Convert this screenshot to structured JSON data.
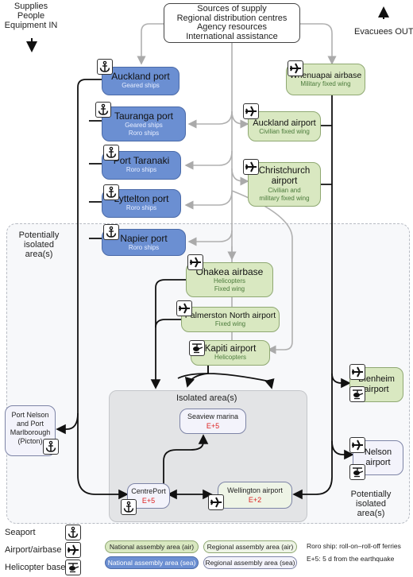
{
  "sources": [
    "Sources of supply",
    "Regional distribution centres",
    "Agency resources",
    "International assistance"
  ],
  "supplies_in": [
    "Supplies",
    "People",
    "Equipment IN"
  ],
  "evacuees_out": "Evacuees OUT",
  "potentially_isolated_left": [
    "Potentially",
    "isolated",
    "area(s)"
  ],
  "potentially_isolated_right": [
    "Potentially",
    "isolated",
    "area(s)"
  ],
  "isolated_area": "Isolated area(s)",
  "nodes": {
    "auckland_port": {
      "name": "Auckland port",
      "sub": [
        "Geared ships"
      ]
    },
    "tauranga_port": {
      "name": "Tauranga port",
      "sub": [
        "Geared ships",
        "Roro ships"
      ]
    },
    "port_taranaki": {
      "name": "Port Taranaki",
      "sub": [
        "Roro ships"
      ]
    },
    "lyttelton_port": {
      "name": "Lyttelton port",
      "sub": [
        "Roro ships"
      ]
    },
    "napier_port": {
      "name": "Napier port",
      "sub": [
        "Roro ships"
      ]
    },
    "whenuapai": {
      "name": "Whenuapai airbase",
      "sub": [
        "Military fixed wing"
      ]
    },
    "auckland_airport": {
      "name": "Auckland airport",
      "sub": [
        "Civilian fixed wing"
      ]
    },
    "christchurch_airport": {
      "name": "Christchurch airport",
      "sub": [
        "Civilian and",
        "military fixed wing"
      ]
    },
    "ohakea": {
      "name": "Ohakea airbase",
      "sub": [
        "Helicopters",
        "Fixed wing"
      ]
    },
    "palmerston_north": {
      "name": "Palmerston North airport",
      "sub": [
        "Fixed wing"
      ]
    },
    "kapiti": {
      "name": "Kapiti airport",
      "sub": [
        "Helicopters"
      ]
    },
    "blenheim": {
      "name": "Blenheim airport"
    },
    "nelson": {
      "name": "Nelson airport"
    },
    "port_nelson": {
      "name": [
        "Port Nelson",
        "and Port",
        "Marlborough",
        "(Picton)"
      ]
    },
    "seaview": {
      "name": "Seaview marina",
      "tag": "E+5"
    },
    "centreport": {
      "name": "CentrePort",
      "tag": "E+5"
    },
    "wellington_airport": {
      "name": "Wellington airport",
      "tag": "E+2"
    }
  },
  "legend": {
    "seaport": "Seaport",
    "airport": "Airport/airbase",
    "helicopter": "Helicopter base",
    "national_air": "National assembly area (air)",
    "regional_air": "Regional assembly area (air)",
    "national_sea": "National assembly area (sea)",
    "regional_sea": "Regional assembly area (sea)",
    "roro_note": "Roro ship: roll-on–roll-off ferries",
    "e5_note": "E+5: 5 d from the earthquake"
  },
  "icons": {
    "seaport": "anchor-icon",
    "airport": "plane-icon",
    "helicopter": "helicopter-icon"
  }
}
